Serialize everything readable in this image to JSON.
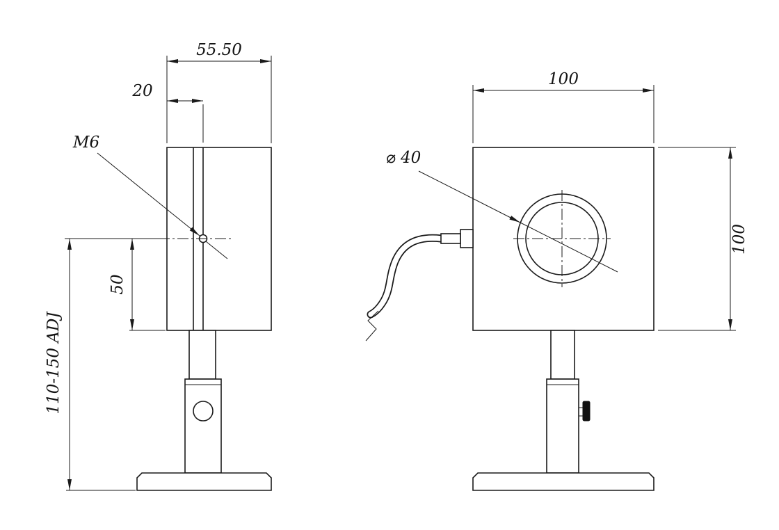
{
  "meta": {
    "type": "technical-drawing",
    "background": "#ffffff",
    "line_color": "#1a1a1a"
  },
  "views": {
    "side": {
      "name": "side-view",
      "dims": {
        "overall_width": "55.50",
        "hole_offset": "20",
        "thread_callout": "M6",
        "center_height": "50",
        "height_adjust": "110-150 ADJ"
      }
    },
    "front": {
      "name": "front-view",
      "dims": {
        "body_width": "100",
        "body_height": "100",
        "aperture_diameter": "⌀ 40"
      }
    }
  }
}
